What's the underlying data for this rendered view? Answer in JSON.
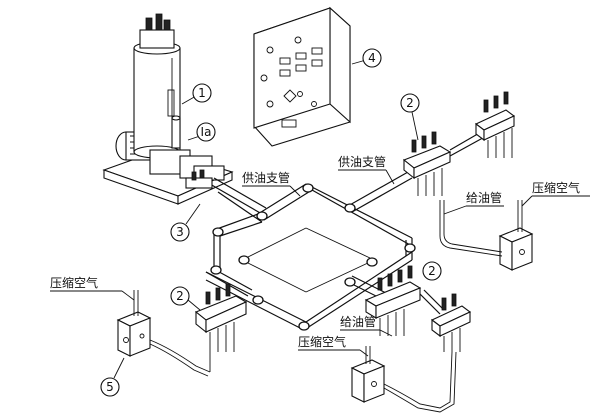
{
  "labels": {
    "supply_branch_left": "供油支管",
    "supply_branch_right": "供油支管",
    "feed_pipe_right": "给油管",
    "feed_pipe_bottom": "给油管",
    "compressed_air_right": "压缩空气",
    "compressed_air_left": "压缩空气",
    "compressed_air_bottom": "压缩空气"
  },
  "callouts": {
    "pump": "1",
    "pump_sub": "Ia",
    "distributor_top_right": "2",
    "distributor_right": "2",
    "distributor_left": "2",
    "main_valve": "3",
    "control_cabinet": "4",
    "air_valve": "5"
  }
}
